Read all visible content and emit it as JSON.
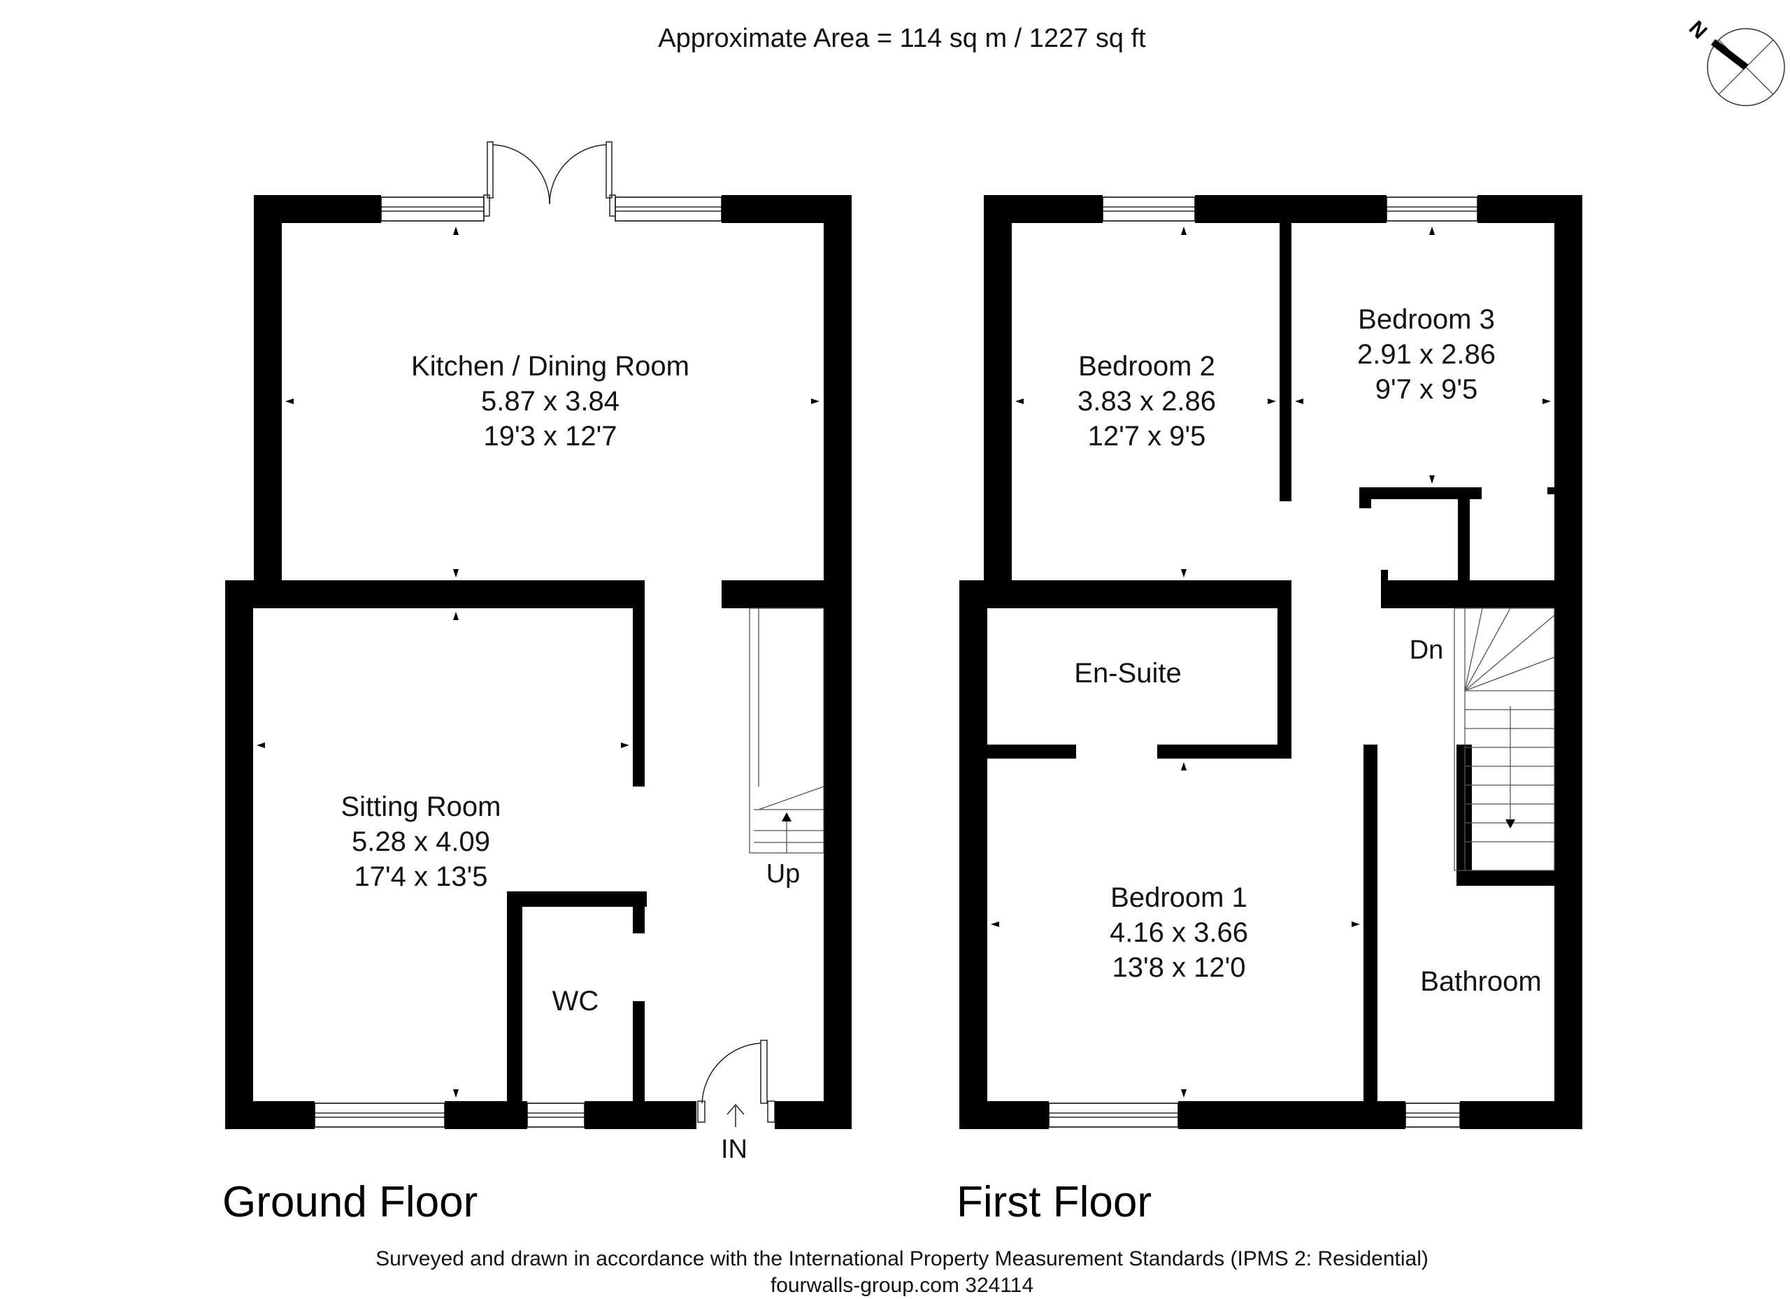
{
  "header": {
    "area_text": "Approximate  Area = 114 sq m / 1227 sq ft"
  },
  "compass": {
    "north_label": "N"
  },
  "ground_floor": {
    "title": "Ground Floor",
    "rooms": [
      {
        "name": "Kitchen / Dining Room",
        "metric": "5.87 x 3.84",
        "imperial": "19'3 x 12'7"
      },
      {
        "name": "Sitting Room",
        "metric": "5.28 x 4.09",
        "imperial": "17'4 x 13'5"
      },
      {
        "name": "WC"
      }
    ],
    "stairs_label": "Up",
    "entrance_label": "IN"
  },
  "first_floor": {
    "title": "First Floor",
    "rooms": [
      {
        "name": "Bedroom 2",
        "metric": "3.83 x 2.86",
        "imperial": "12'7 x 9'5"
      },
      {
        "name": "Bedroom 3",
        "metric": "2.91 x 2.86",
        "imperial": "9'7 x 9'5"
      },
      {
        "name": "En-Suite"
      },
      {
        "name": "Bedroom 1",
        "metric": "4.16 x 3.66",
        "imperial": "13'8 x 12'0"
      },
      {
        "name": "Bathroom"
      }
    ],
    "stairs_label": "Dn"
  },
  "footer": {
    "line1": "Surveyed and drawn in accordance with the International Property Measurement Standards (IPMS 2: Residential)",
    "line2": "fourwalls-group.com 324114"
  }
}
